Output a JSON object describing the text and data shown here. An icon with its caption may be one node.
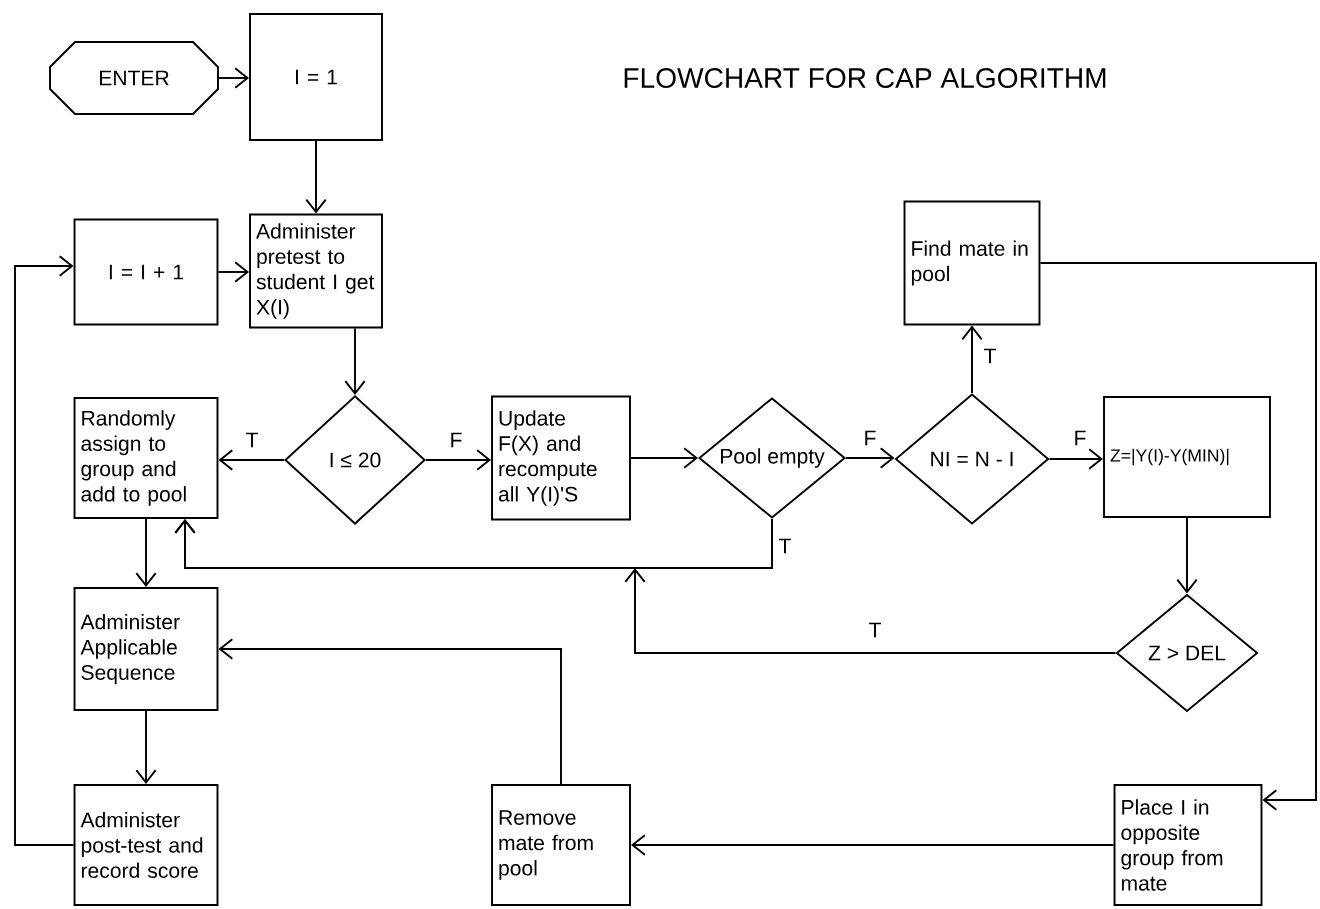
{
  "diagram": {
    "title": "FLOWCHART FOR CAP ALGORITHM",
    "nodes": [
      {
        "text": [
          "ENTER"
        ]
      },
      {
        "text": [
          "I = 1"
        ]
      },
      {
        "text": [
          "I = I + 1"
        ]
      },
      {
        "text": [
          "Administer pretest to student I get X(I)"
        ]
      },
      {
        "text": [
          "Find mate in pool"
        ]
      },
      {
        "text": [
          "Randomly assign to group and add to pool"
        ]
      },
      {
        "text": [
          "I ≤ 20"
        ]
      },
      {
        "text": [
          "Update F(X) and recompute all Y(I)'S"
        ]
      },
      {
        "text": [
          "Pool empty"
        ]
      },
      {
        "text": [
          "NI = N - I"
        ]
      },
      {
        "text": [
          "Z=|Y(I)-Y(MIN)|"
        ]
      },
      {
        "text": [
          "Z > DEL"
        ]
      },
      {
        "text": [
          "Administer Applicable Sequence"
        ]
      },
      {
        "text": [
          "Administer post-test and record score"
        ]
      },
      {
        "text": [
          "Remove mate from pool"
        ]
      },
      {
        "text": [
          "Place I in opposite group from mate"
        ]
      }
    ],
    "edges": [
      {
        "from": 0,
        "to": 1,
        "arrow": "to"
      },
      {
        "from": 1,
        "to": 3,
        "arrow": "to"
      },
      {
        "from": 2,
        "to": 3,
        "arrow": "to"
      },
      {
        "from": 3,
        "to": 6,
        "arrow": "to"
      },
      {
        "from": 6,
        "to": 5,
        "arrow": "to",
        "label": "T"
      },
      {
        "from": 6,
        "to": 7,
        "arrow": "to",
        "label": "F"
      },
      {
        "from": 7,
        "to": 8,
        "arrow": "to"
      },
      {
        "from": 8,
        "to": 9,
        "arrow": "to",
        "label": "F"
      },
      {
        "from": 9,
        "to": 4,
        "arrow": "to",
        "label": "T"
      },
      {
        "from": 9,
        "to": 10,
        "arrow": "to",
        "label": "F"
      },
      {
        "from": 10,
        "to": 11,
        "arrow": "to"
      },
      {
        "from": 8,
        "to": 5,
        "arrow": "to",
        "label": "T"
      },
      {
        "from": 11,
        "to": 5,
        "arrow": "to",
        "label": "T"
      },
      {
        "from": 4,
        "to": 15,
        "arrow": "to"
      },
      {
        "from": 15,
        "to": 14,
        "arrow": "to"
      },
      {
        "from": 14,
        "to": 12,
        "arrow": "to"
      },
      {
        "from": 5,
        "to": 12,
        "arrow": "to"
      },
      {
        "from": 12,
        "to": 13,
        "arrow": "to"
      },
      {
        "from": 13,
        "to": 2,
        "arrow": "to"
      }
    ]
  }
}
